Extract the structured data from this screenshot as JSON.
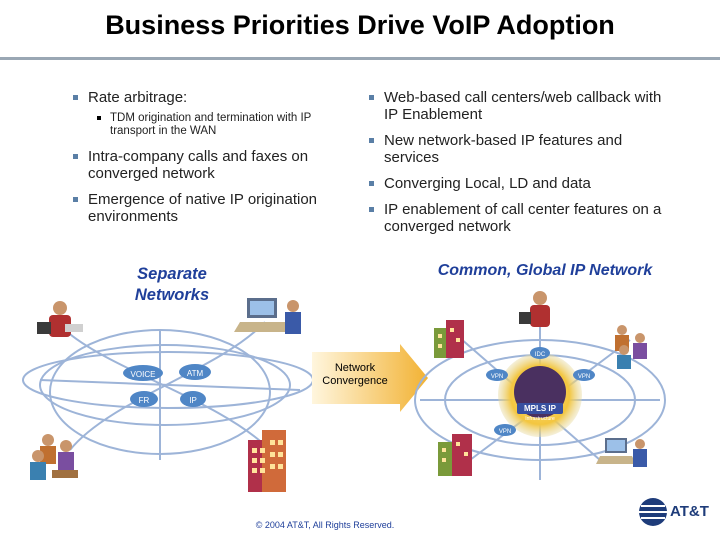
{
  "title": "Business Priorities Drive VoIP Adoption",
  "left_bullets": {
    "rate": "Rate arbitrage:",
    "tdm": "TDM origination and termination with IP transport in the WAN",
    "intra": "Intra-company calls and faxes on converged network",
    "emergence": "Emergence of native IP origination environments"
  },
  "right_bullets": {
    "web": "Web-based call centers/web callback with IP Enablement",
    "features": "New network-based IP features and services",
    "converging": "Converging Local, LD and data",
    "ip_enable": "IP enablement of call center features on a converged network"
  },
  "separate_networks": "Separate Networks",
  "common_network": "Common, Global IP Network",
  "arrow_label": "Network Convergence",
  "bubbles": {
    "voice": "VOICE",
    "atm": "ATM",
    "fr": "FR",
    "ip": "IP"
  },
  "mpls": {
    "label": "MPLS IP",
    "sub": "Infrastructure",
    "idc": "IDC",
    "vpn": "VPN"
  },
  "footer": "© 2004 AT&T, All Rights Reserved.",
  "logo_text": "AT&T",
  "colors": {
    "accent": "#1f3f9a",
    "bullet": "#5a7fa6",
    "bubble": "#4f86c6",
    "arrow": "#f2b233"
  }
}
